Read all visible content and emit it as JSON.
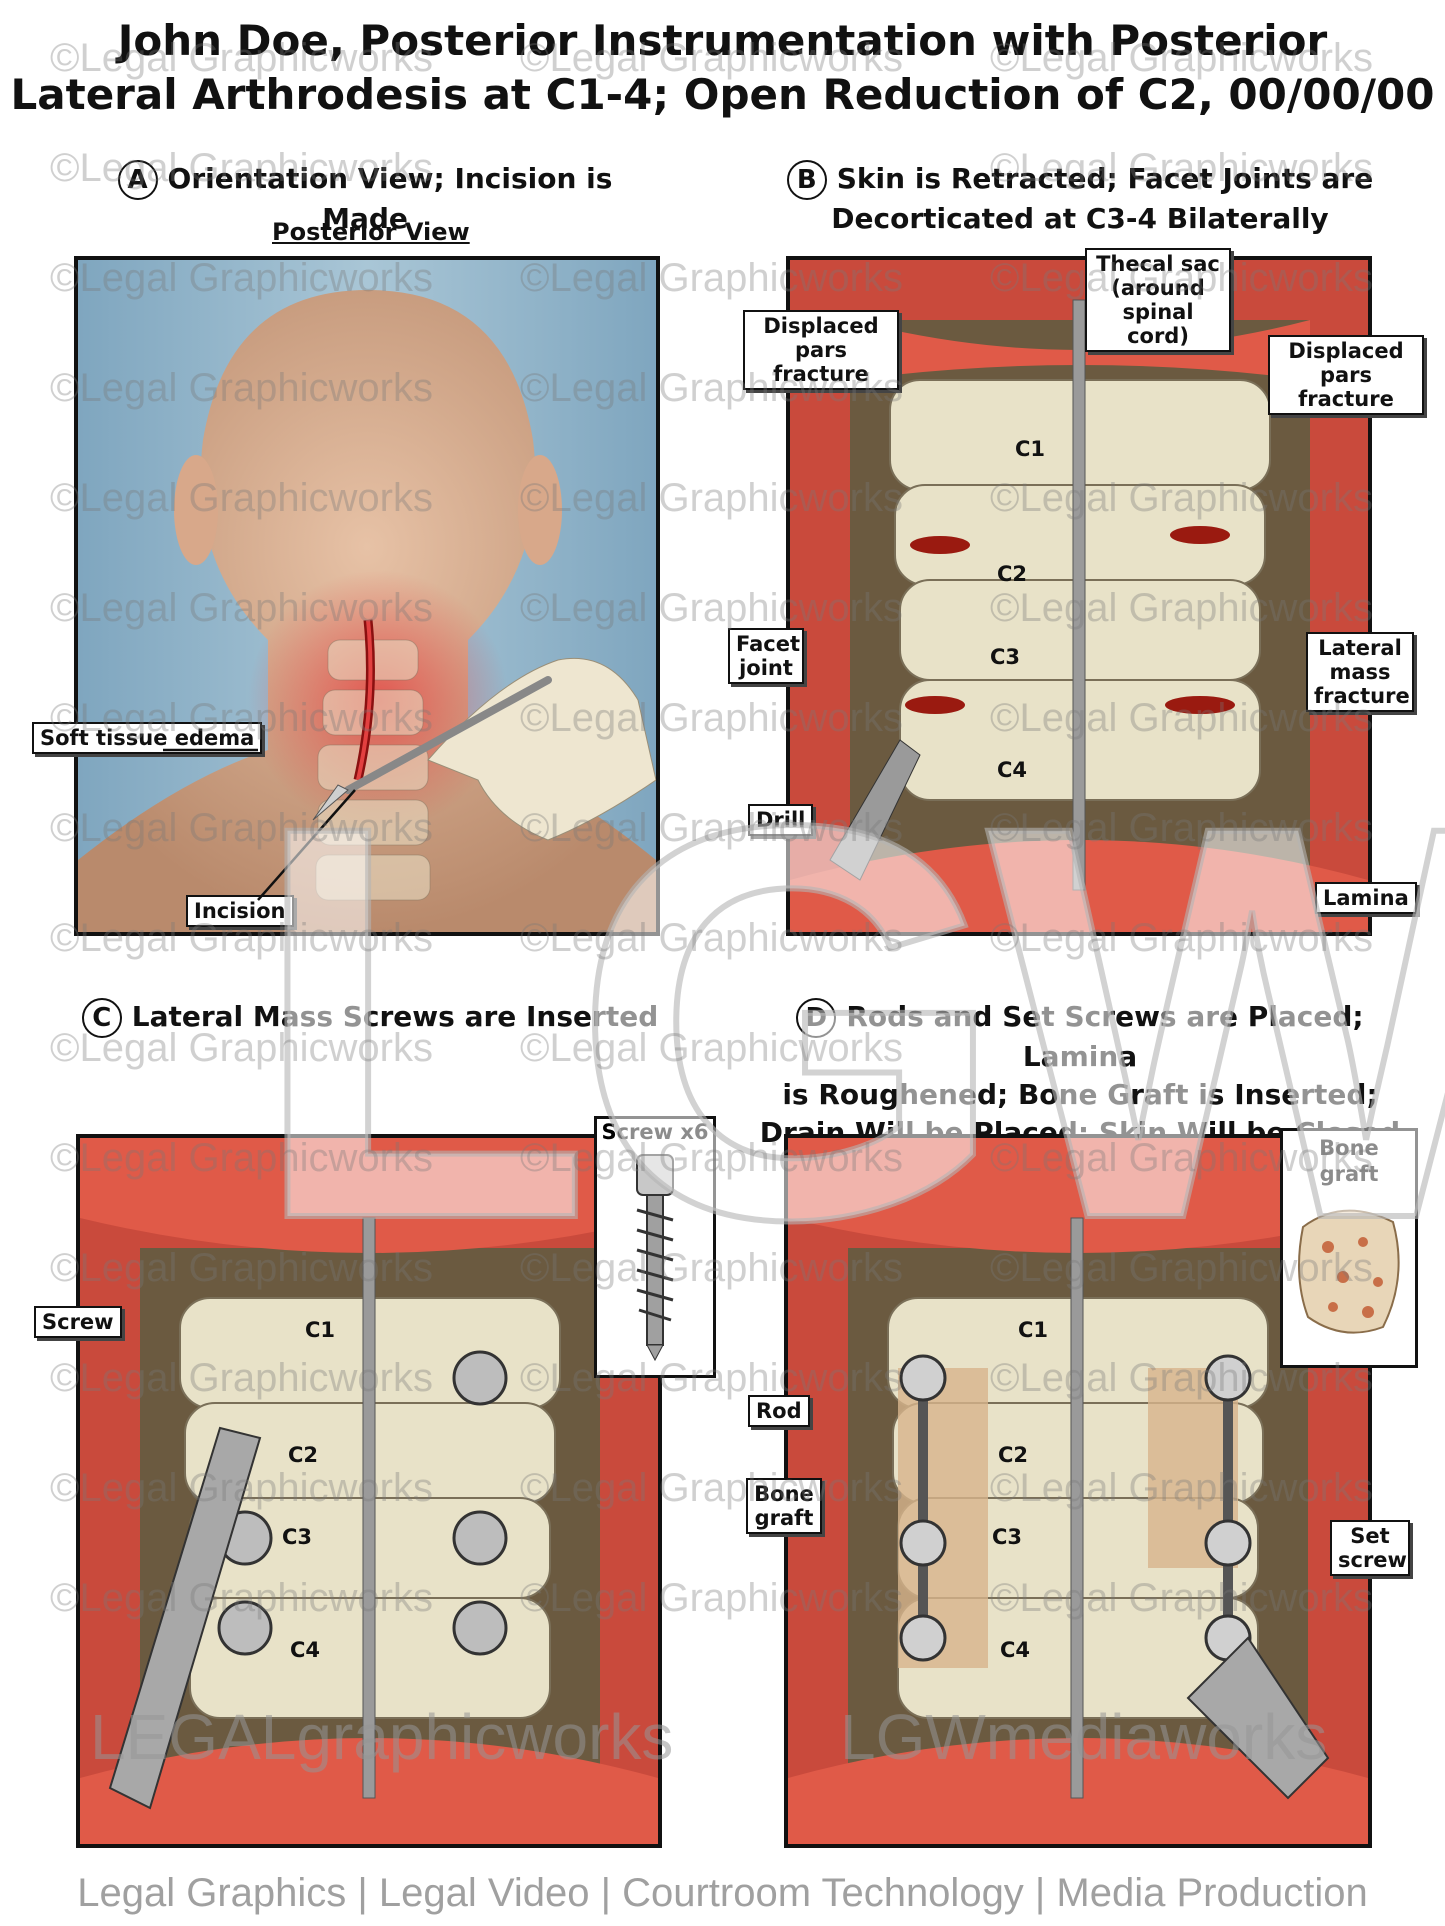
{
  "title": {
    "line1": "John Doe, Posterior Instrumentation with Posterior",
    "line2": "Lateral Arthrodesis at C1-4; Open Reduction of C2, 00/00/00"
  },
  "panels": {
    "a": {
      "letter": "A",
      "title": "Orientation View; Incision is Made",
      "subtitle": "Posterior View",
      "labels": {
        "edema": "Soft tissue edema",
        "incision": "Incision"
      }
    },
    "b": {
      "letter": "B",
      "title_line1": "Skin is Retracted; Facet Joints are",
      "title_line2": "Decorticated at C3-4 Bilaterally",
      "labels": {
        "thecal": "Thecal sac (around spinal cord)",
        "pars_left": "Displaced pars fracture",
        "pars_right": "Displaced pars fracture",
        "facet": "Facet joint",
        "lateral_mass": "Lateral mass fracture",
        "drill": "Drill",
        "lamina": "Lamina"
      },
      "vertebrae": [
        "C1",
        "C2",
        "C3",
        "C4"
      ]
    },
    "c": {
      "letter": "C",
      "title": "Lateral Mass Screws are Inserted",
      "labels": {
        "screw": "Screw",
        "screw_x6": "Screw x6"
      },
      "vertebrae": [
        "C1",
        "C2",
        "C3",
        "C4"
      ]
    },
    "d": {
      "letter": "D",
      "title_line1": "Rods and Set Screws are Placed; Lamina",
      "title_line2": "is Roughened; Bone Graft is Inserted;",
      "title_line3": "Drain Will be Placed; Skin Will be Closed",
      "labels": {
        "rod": "Rod",
        "bone_graft": "Bone graft",
        "set_screw": "Set screw",
        "inset_bone_graft": "Bone graft"
      },
      "vertebrae": [
        "C1",
        "C2",
        "C3",
        "C4"
      ]
    }
  },
  "watermark": {
    "text": "©Legal Graphicworks",
    "big": "LGW",
    "logo_left": "LEGALgraphicworks",
    "logo_right": "LGWmediaworks",
    "footer": "Legal Graphics | Legal Video | Courtroom Technology | Media Production"
  },
  "colors": {
    "tissue": "#d9473a",
    "bone": "#e8e2c8",
    "background_a": "#8fb3c9",
    "skin": "#e3b79a"
  }
}
